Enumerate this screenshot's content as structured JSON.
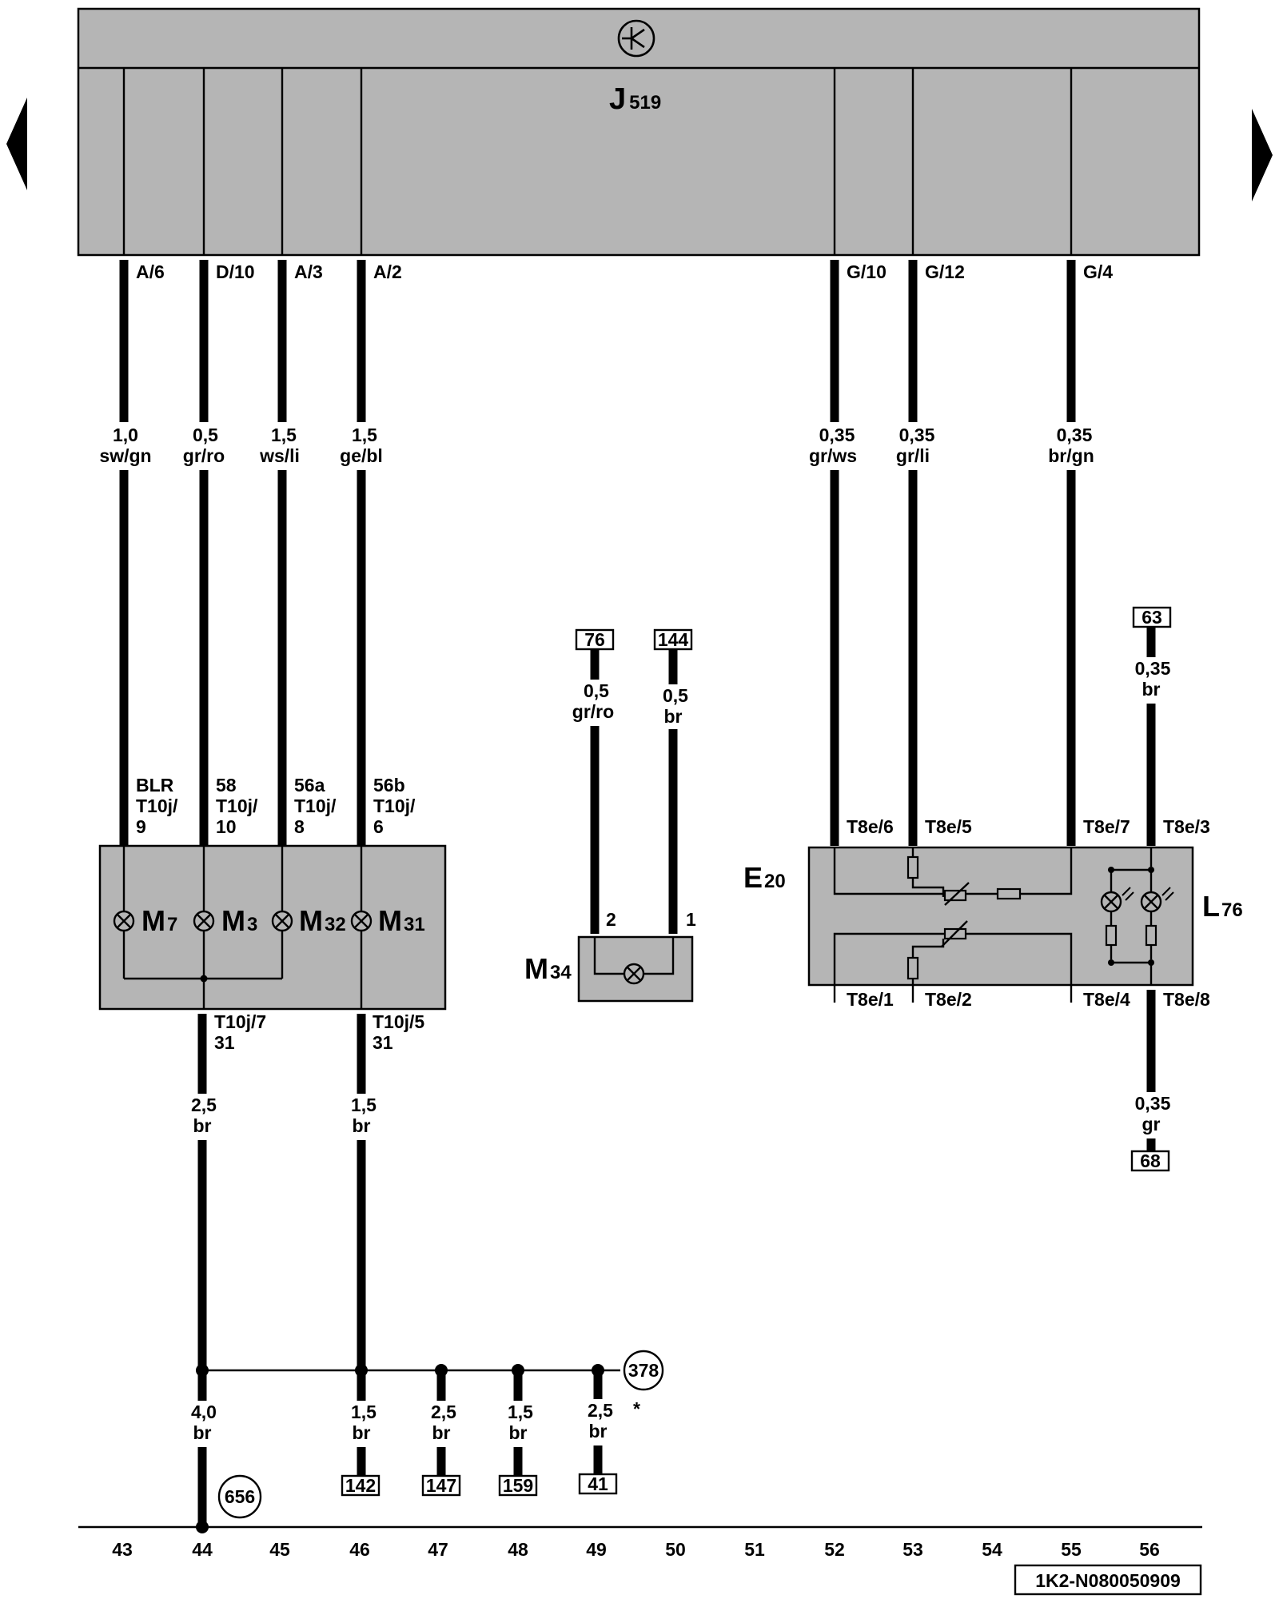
{
  "control_unit": {
    "letter": "J",
    "sub": "519"
  },
  "cu_pins": {
    "p1": "A/6",
    "p2": "D/10",
    "p3": "A/3",
    "p4": "A/2",
    "p5": "G/10",
    "p6": "G/12",
    "p7": "G/4"
  },
  "wires_top": {
    "w1": {
      "size": "1,0",
      "color": "sw/gn"
    },
    "w2": {
      "size": "0,5",
      "color": "gr/ro"
    },
    "w3": {
      "size": "1,5",
      "color": "ws/li"
    },
    "w4": {
      "size": "1,5",
      "color": "ge/bl"
    },
    "w5": {
      "size": "0,35",
      "color": "gr/ws"
    },
    "w6": {
      "size": "0,35",
      "color": "gr/li"
    },
    "w7": {
      "size": "0,35",
      "color": "br/gn"
    }
  },
  "lamp_conn": {
    "c1": {
      "a": "BLR",
      "b": "T10j/",
      "c": "9"
    },
    "c2": {
      "a": "58",
      "b": "T10j/",
      "c": "10"
    },
    "c3": {
      "a": "56a",
      "b": "T10j/",
      "c": "8"
    },
    "c4": {
      "a": "56b",
      "b": "T10j/",
      "c": "6"
    }
  },
  "lamps": {
    "m7": {
      "letter": "M",
      "sub": "7"
    },
    "m3": {
      "letter": "M",
      "sub": "3"
    },
    "m32": {
      "letter": "M",
      "sub": "32"
    },
    "m31": {
      "letter": "M",
      "sub": "31"
    }
  },
  "lamp_ground": {
    "g1": {
      "a": "T10j/7",
      "b": "31",
      "size": "2,5",
      "color": "br"
    },
    "g2": {
      "a": "T10j/5",
      "b": "31",
      "size": "1,5",
      "color": "br"
    }
  },
  "m34": {
    "letter": "M",
    "sub": "34",
    "pin2": "2",
    "pin1": "1",
    "ref_a": "76",
    "ref_b": "144",
    "wire_a": {
      "size": "0,5",
      "color": "gr/ro"
    },
    "wire_b": {
      "size": "0,5",
      "color": "br"
    }
  },
  "e20": {
    "letter": "E",
    "sub": "20",
    "pins_top": {
      "p1": "T8e/6",
      "p2": "T8e/5",
      "p3": "T8e/7",
      "p4": "T8e/3"
    },
    "pins_bottom": {
      "p1": "T8e/1",
      "p2": "T8e/2",
      "p3": "T8e/4",
      "p4": "T8e/8"
    }
  },
  "l76": {
    "letter": "L",
    "sub": "76"
  },
  "right_refs": {
    "top_ref": "63",
    "top_wire": {
      "size": "0,35",
      "color": "br"
    },
    "bottom_ref": "68",
    "bottom_wire": {
      "size": "0,35",
      "color": "gr"
    }
  },
  "ground_bus": {
    "ref_circle": "378",
    "star": "*",
    "main_wire": {
      "size": "4,0",
      "color": "br"
    },
    "ground_point": "656",
    "branches": [
      {
        "size": "1,5",
        "color": "br",
        "ref": "142"
      },
      {
        "size": "2,5",
        "color": "br",
        "ref": "147"
      },
      {
        "size": "1,5",
        "color": "br",
        "ref": "159"
      },
      {
        "size": "2,5",
        "color": "br",
        "ref": "41"
      }
    ]
  },
  "tracks": [
    "43",
    "44",
    "45",
    "46",
    "47",
    "48",
    "49",
    "50",
    "51",
    "52",
    "53",
    "54",
    "55",
    "56"
  ],
  "diagram_id": "1K2-N080050909",
  "nav": {
    "prev": "previous-page",
    "next": "next-page"
  }
}
